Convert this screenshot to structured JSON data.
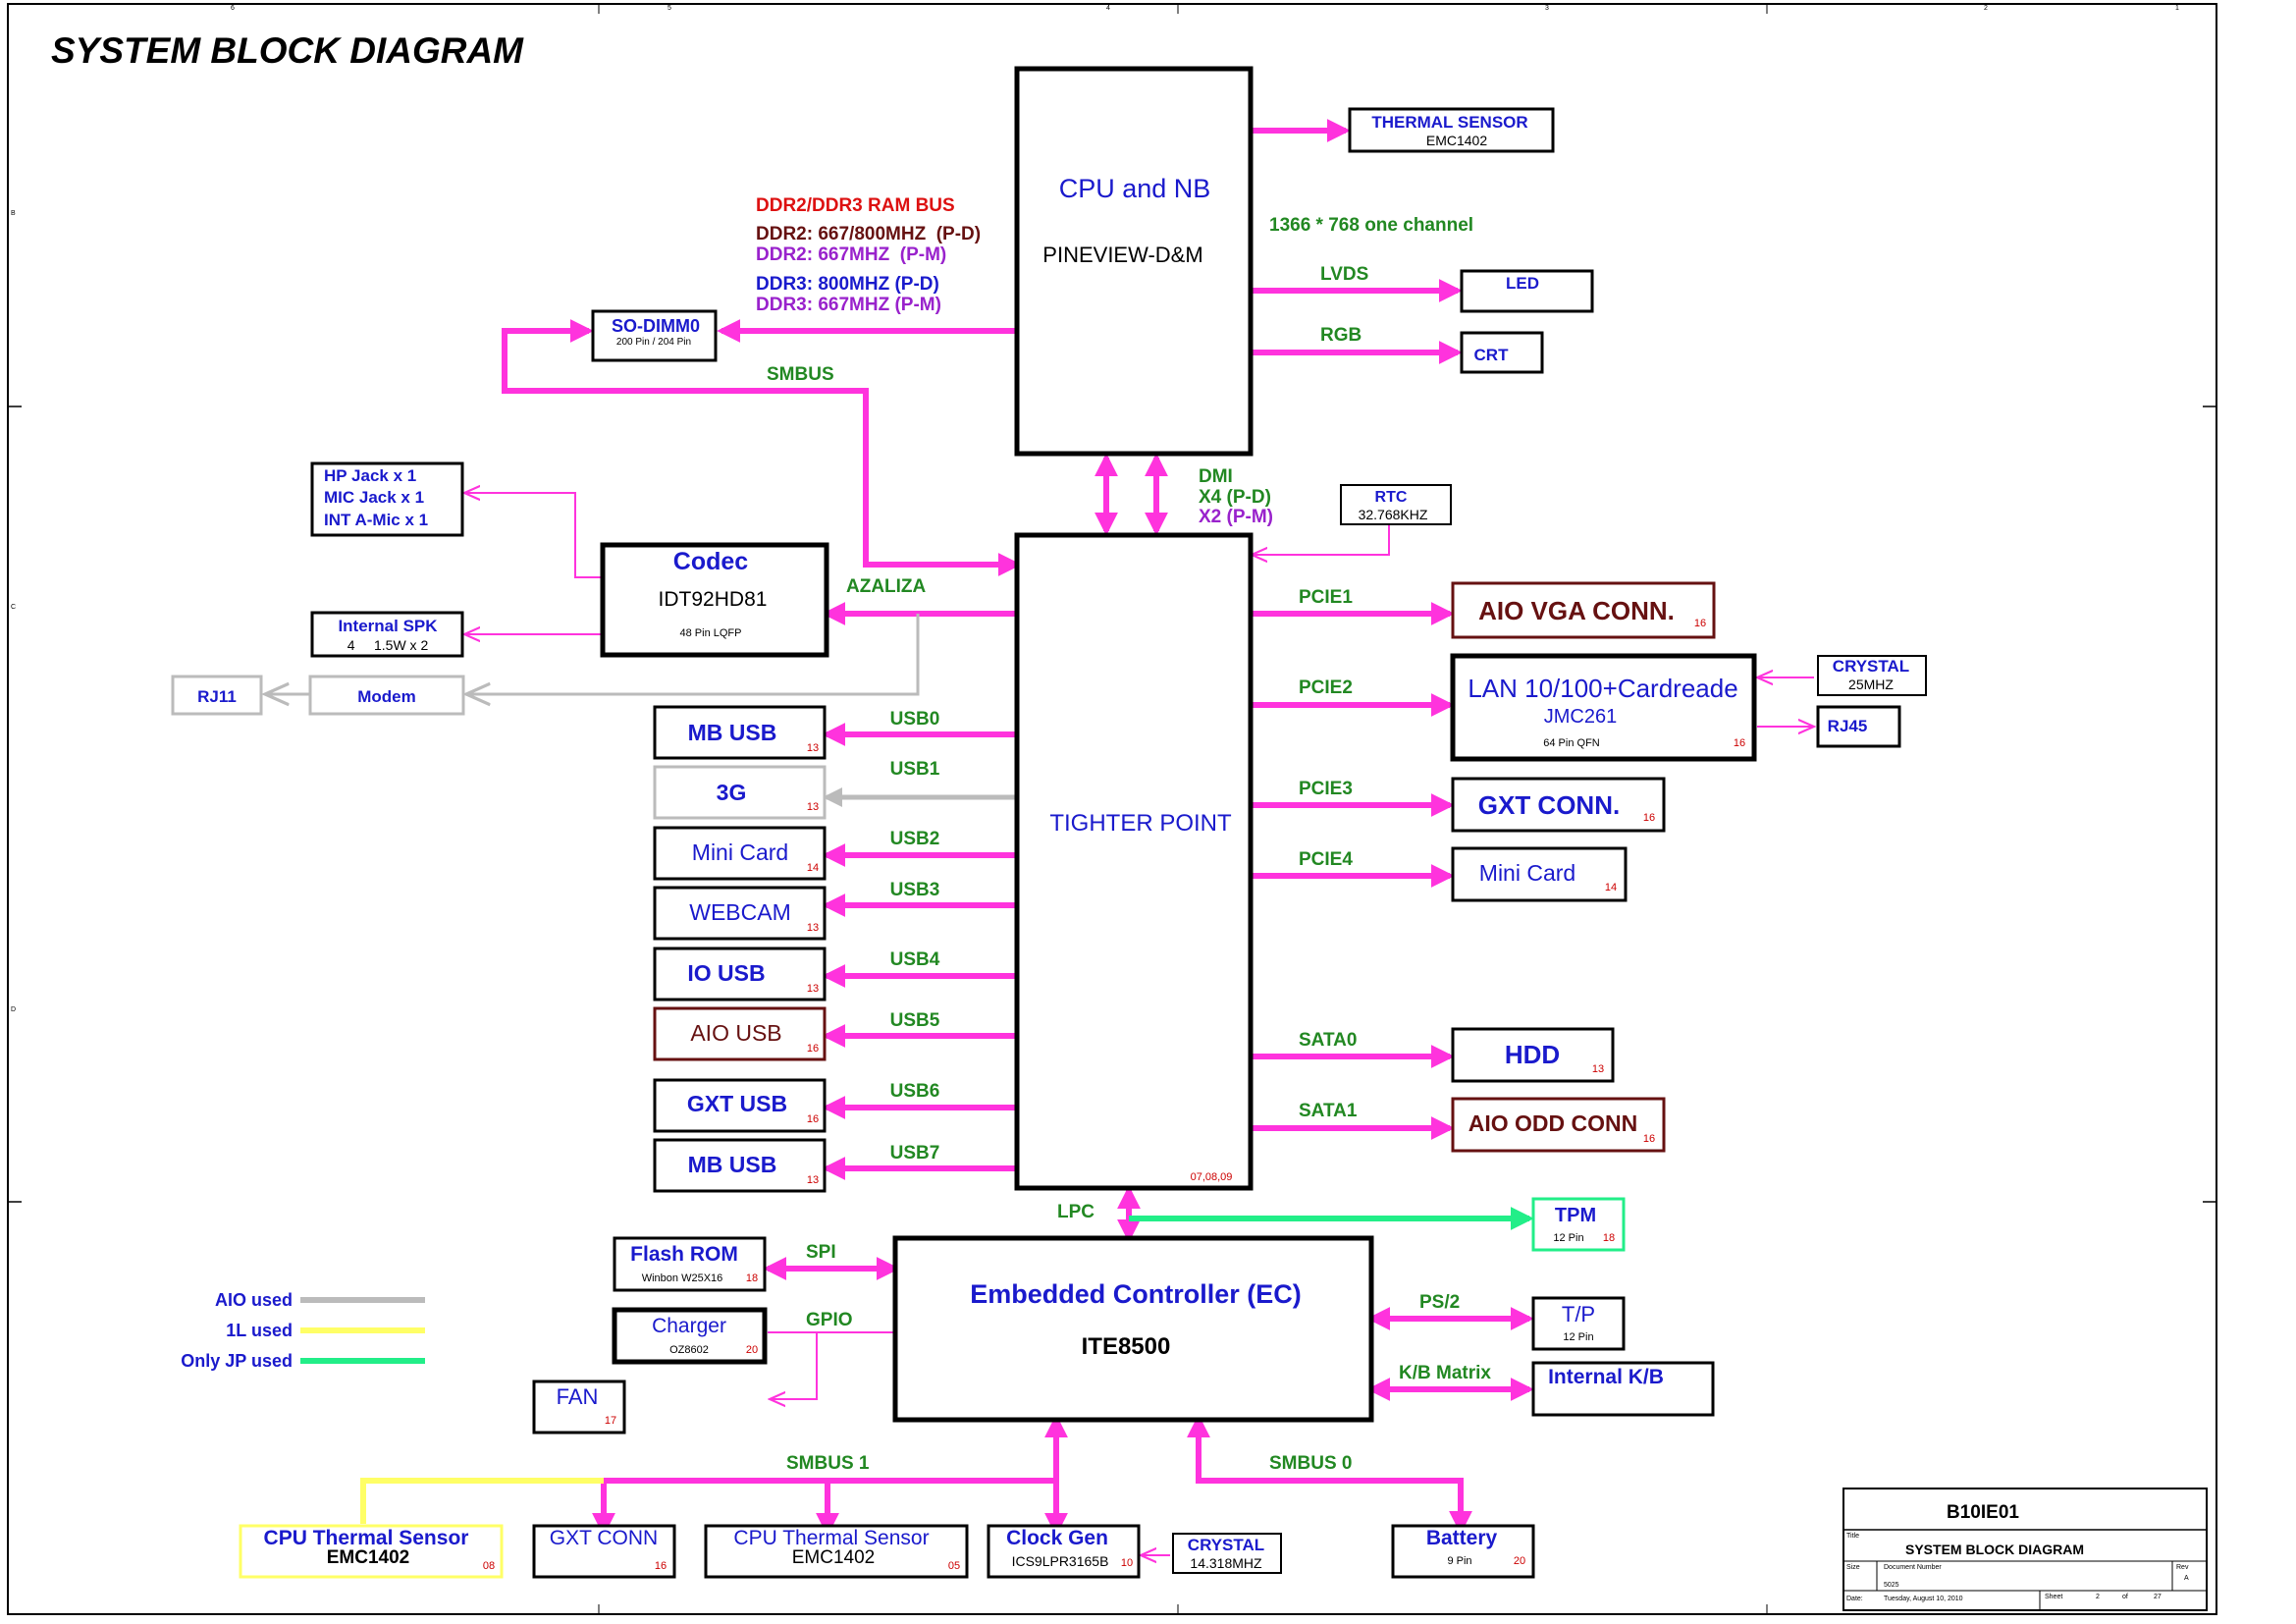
{
  "page": {
    "title": "SYSTEM BLOCK DIAGRAM",
    "frame_markers": {
      "top": [
        "6",
        "5",
        "4",
        "3",
        "2",
        "1"
      ],
      "left": [
        "B",
        "C",
        "D"
      ]
    }
  },
  "colors": {
    "magenta": "#ff33dd",
    "aio_gray": "#bbbbbb",
    "l1_yellow": "#ffff66",
    "jp_green": "#22ee88",
    "text_blue": "#1a1acc",
    "text_green": "#228822",
    "text_red": "#dd1111",
    "text_maroon": "#661111",
    "text_purple": "#9922cc",
    "ref_red": "#cc0000"
  },
  "blocks": {
    "cpu": {
      "title": "CPU and NB",
      "subtitle": "PINEVIEW-D&M"
    },
    "tighter": {
      "title": "TIGHTER POINT",
      "date": "07,08,09"
    },
    "ec": {
      "title": "Embedded Controller (EC)",
      "subtitle": "ITE8500"
    },
    "codec": {
      "title": "Codec",
      "subtitle": "IDT92HD81",
      "pkg": "48 Pin LQFP"
    },
    "sodimm": {
      "title": "SO-DIMM0",
      "pins": "200 Pin / 204 Pin"
    },
    "thermal_top": {
      "title": "THERMAL SENSOR",
      "part": "EMC1402"
    },
    "led": {
      "title": "LED"
    },
    "crt": {
      "title": "CRT"
    },
    "rtc": {
      "title": "RTC",
      "freq": "32.768KHZ"
    },
    "hp_jack": {
      "lines": [
        "HP Jack x 1",
        "MIC Jack x 1",
        "INT A-Mic x 1"
      ]
    },
    "int_spk": {
      "title": "Internal SPK",
      "sub": "4     1.5W x 2"
    },
    "modem": {
      "title": "Modem"
    },
    "rj11": {
      "title": "RJ11"
    },
    "aio_vga": {
      "title": "AIO VGA CONN.",
      "ref": "16"
    },
    "lan": {
      "title": "LAN 10/100+Cardreade",
      "part": "JMC261",
      "pkg": "64 Pin QFN",
      "ref": "16"
    },
    "crystal_lan": {
      "title": "CRYSTAL",
      "freq": "25MHZ"
    },
    "rj45": {
      "title": "RJ45"
    },
    "gxt_conn_r": {
      "title": "GXT CONN.",
      "ref": "16"
    },
    "minicard_r": {
      "title": "Mini Card",
      "ref": "14"
    },
    "hdd": {
      "title": "HDD",
      "ref": "13"
    },
    "aio_odd": {
      "title": "AIO ODD CONN",
      "ref": "16"
    },
    "tpm": {
      "title": "TPM",
      "pins": "12 Pin",
      "ref": "18"
    },
    "flash": {
      "title": "Flash ROM",
      "part": "Winbon W25X16",
      "ref": "18"
    },
    "charger": {
      "title": "Charger",
      "part": "OZ8602",
      "ref": "20"
    },
    "fan": {
      "title": "FAN",
      "ref": "17"
    },
    "tp": {
      "title": "T/P",
      "pins": "12 Pin"
    },
    "int_kb": {
      "title": "Internal K/B"
    },
    "cpu_ts_left": {
      "title": "CPU Thermal Sensor",
      "part": "EMC1402",
      "ref": "08"
    },
    "gxt_conn_b": {
      "title": "GXT CONN",
      "ref": "16"
    },
    "cpu_ts_mid": {
      "title": "CPU Thermal Sensor",
      "part": "EMC1402",
      "ref": "05"
    },
    "clock_gen": {
      "title": "Clock Gen",
      "part": "ICS9LPR3165B",
      "ref": "10"
    },
    "crystal_clk": {
      "title": "CRYSTAL",
      "freq": "14.318MHZ"
    },
    "battery": {
      "title": "Battery",
      "pins": "9 Pin",
      "ref": "20"
    }
  },
  "usb_devices": [
    {
      "name": "MB USB",
      "ref": "13",
      "port": "USB0"
    },
    {
      "name": "3G",
      "ref": "13",
      "port": "USB1"
    },
    {
      "name": "Mini Card",
      "ref": "14",
      "port": "USB2"
    },
    {
      "name": "WEBCAM",
      "ref": "13",
      "port": "USB3"
    },
    {
      "name": "IO USB",
      "ref": "13",
      "port": "USB4"
    },
    {
      "name": "AIO USB",
      "ref": "16",
      "port": "USB5"
    },
    {
      "name": "GXT USB",
      "ref": "16",
      "port": "USB6"
    },
    {
      "name": "MB USB",
      "ref": "13",
      "port": "USB7"
    }
  ],
  "bus_labels": {
    "ddr_title": "DDR2/DDR3 RAM BUS",
    "ddr2_pd": "DDR2: 667/800MHZ  (P-D)",
    "ddr2_pm": "DDR2: 667MHZ  (P-M)",
    "ddr3_pd": "DDR3: 800MHZ (P-D)",
    "ddr3_pm": "DDR3: 667MHZ (P-M)",
    "channel": "1366 * 768 one channel",
    "lvds": "LVDS",
    "rgb": "RGB",
    "smbus": "SMBUS",
    "dmi": "DMI",
    "dmi_pd": "X4 (P-D)",
    "dmi_pm": "X2 (P-M)",
    "azaliza": "AZALIZA",
    "pcie1": "PCIE1",
    "pcie2": "PCIE2",
    "pcie3": "PCIE3",
    "pcie4": "PCIE4",
    "sata0": "SATA0",
    "sata1": "SATA1",
    "lpc": "LPC",
    "spi": "SPI",
    "gpio": "GPIO",
    "ps2": "PS/2",
    "kb_matrix": "K/B Matrix",
    "smbus1": "SMBUS 1",
    "smbus0": "SMBUS 0"
  },
  "legend": [
    {
      "label": "AIO used",
      "color": "#bbbbbb"
    },
    {
      "label": "1L used",
      "color": "#ffff66"
    },
    {
      "label": "Only JP used",
      "color": "#22ee88"
    }
  ],
  "title_block": {
    "doc_code": "B10IE01",
    "title_label": "Title",
    "doc_title": "SYSTEM BLOCK DIAGRAM",
    "size_label": "Size",
    "docnum_label": "Document Number",
    "rev_label": "Rev",
    "docnum_value": "5025",
    "rev_value": "A",
    "date_label": "Date:",
    "date_value": "Tuesday, August 10, 2010",
    "sheet_label": "Sheet",
    "sheet_value": "2",
    "of_label": "of",
    "total_sheets": "27"
  }
}
